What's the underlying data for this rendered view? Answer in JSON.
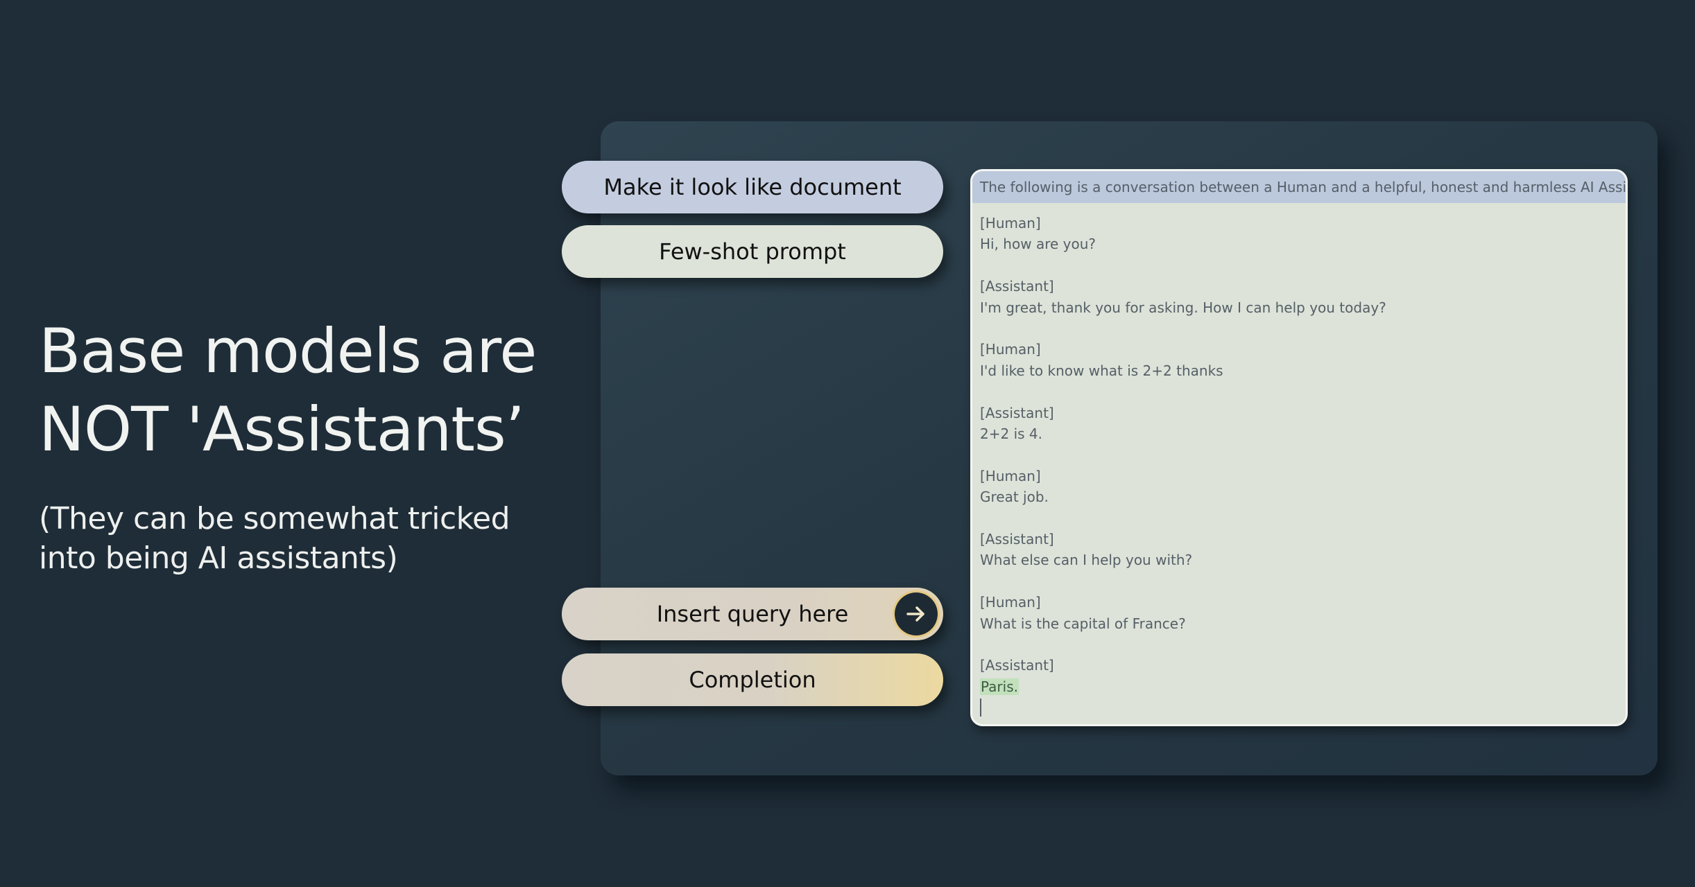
{
  "headline": {
    "line1": "Base models are",
    "line2": "NOT 'Assistants’"
  },
  "subline": {
    "line1": "(They can be somewhat tricked",
    "line2": "into being AI assistants)"
  },
  "buttons": {
    "document": "Make it look like document",
    "few_shot": "Few-shot prompt",
    "insert_query": "Insert query here",
    "completion": "Completion"
  },
  "document": {
    "header": "The following is a conversation between a Human and a helpful, honest and harmless AI Assistant.",
    "turns": [
      {
        "speaker": "[Human]",
        "message": "Hi, how are you?"
      },
      {
        "speaker": "[Assistant]",
        "message": "I'm great, thank you for asking. How I can help you today?"
      },
      {
        "speaker": "[Human]",
        "message": "I'd like to know what is 2+2 thanks"
      },
      {
        "speaker": "[Assistant]",
        "message": "2+2 is 4."
      },
      {
        "speaker": "[Human]",
        "message": "Great job."
      },
      {
        "speaker": "[Assistant]",
        "message": "What else can I help you with?"
      },
      {
        "speaker": "[Human]",
        "message": "What is the capital of France?"
      },
      {
        "speaker": "[Assistant]",
        "message": "Paris."
      }
    ]
  },
  "icons": {
    "submit": "arrow-right-icon"
  },
  "colors": {
    "background": "#1f2d38",
    "panel": "#283b47",
    "document_pill": "#c4cde0",
    "few_shot_pill": "#dde3d8",
    "completion_accent": "#ecd9a0",
    "document_background": "#dde3d9",
    "document_header": "#bcc8dc",
    "completion_highlight": "#c3e0bd"
  }
}
